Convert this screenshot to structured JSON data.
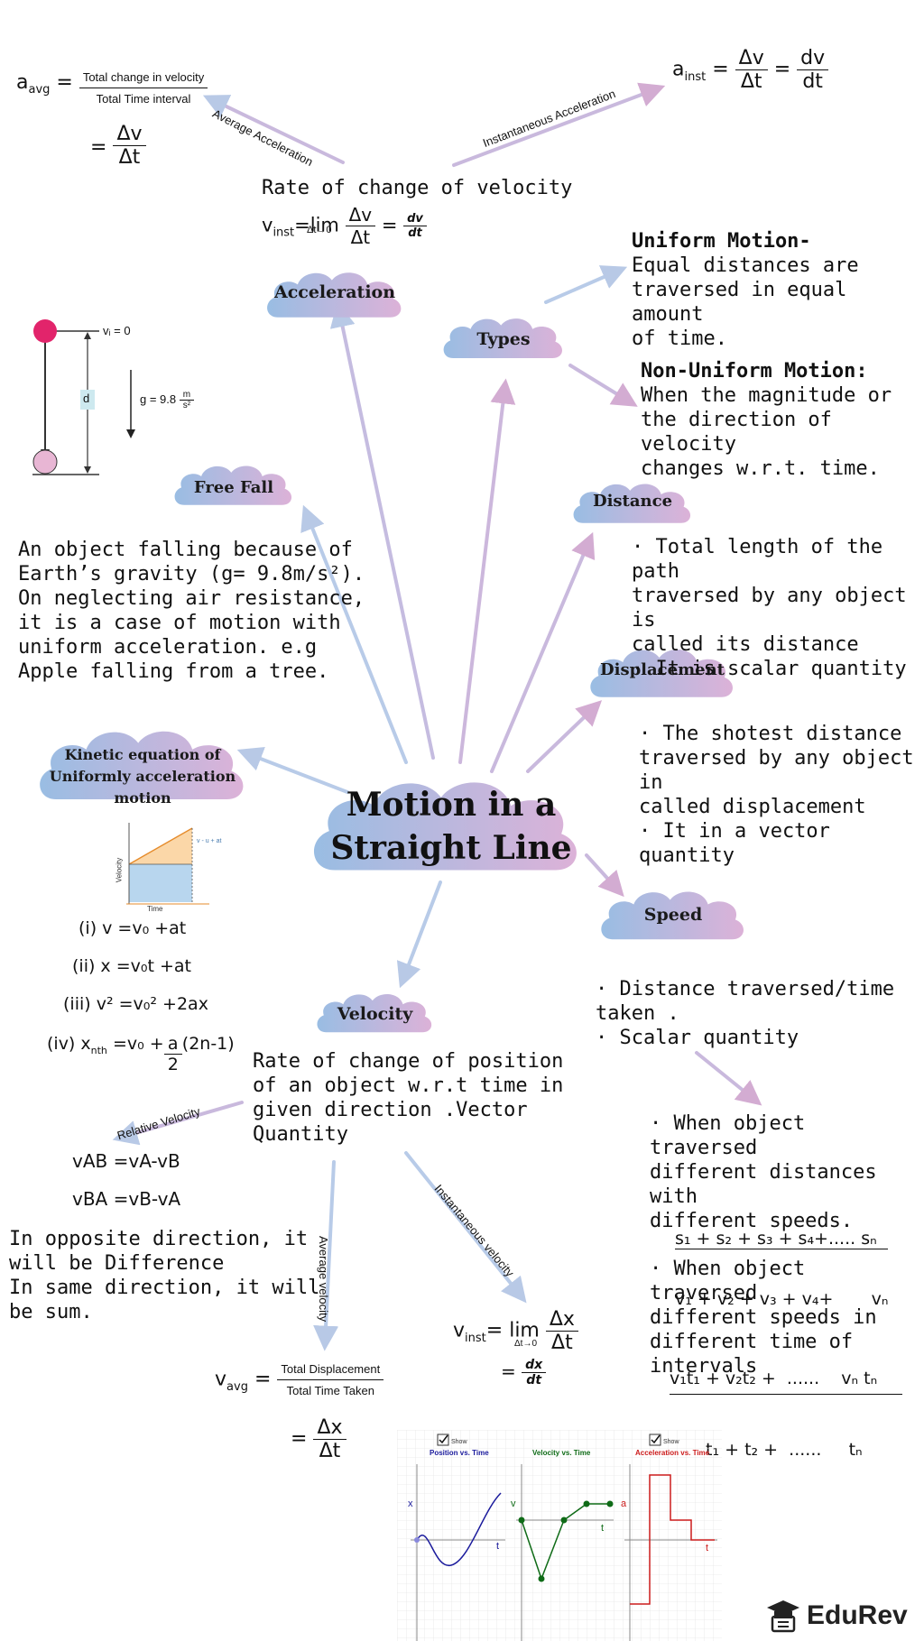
{
  "title": {
    "line1": "Motion in a",
    "line2": "Straight Line"
  },
  "nodes": {
    "acceleration": "Acceleration",
    "types": "Types",
    "free_fall": "Free Fall",
    "distance": "Distance",
    "displacement": "Displacement",
    "kinetic": "Kinetic equation of\nUniformly acceleration\nmotion",
    "speed": "Speed",
    "velocity": "Velocity"
  },
  "acceleration_section": {
    "avg_label": "Average Acceleration",
    "inst_label": "Instantaneous Acceleration",
    "a_avg_sym": "a",
    "a_avg_sub": "avg",
    "avg_num": "Total change in velocity",
    "avg_den": "Total Time interval",
    "avg_eq2_num": "Δv",
    "avg_eq2_den": "Δt",
    "a_inst_sym": "a",
    "a_inst_sub": "inst",
    "inst_num1": "Δv",
    "inst_den1": "Δt",
    "inst_num2": "dv",
    "inst_den2": "dt",
    "rate_text": "Rate of change of velocity",
    "v_inst": "v",
    "v_inst_sub": "inst",
    "lim": "=lim",
    "lim_sub": "Δt→0",
    "lim_num": "Δv",
    "lim_den": "Δt",
    "lim_num2": "dv",
    "lim_den2": "dt"
  },
  "types_section": {
    "uniform_title": "Uniform Motion-",
    "uniform_text": "Equal distances are\ntraversed in equal amount\nof time.",
    "nonuniform_title": "Non-Uniform Motion:",
    "nonuniform_text": "When the magnitude or\nthe direction of velocity\nchanges w.r.t. time."
  },
  "free_fall_section": {
    "vi": "vᵢ = 0",
    "d": "d",
    "g": "g = 9.8",
    "g_unit_n": "m",
    "g_unit_d": "s²",
    "text": "An object falling because of\nEarth’s gravity (g= 9.8m/s²).\nOn neglecting air resistance,\nit is a case of motion with\nuniform acceleration. e.g\nApple falling from a tree."
  },
  "distance_section": {
    "text": "· Total length of the path\ntraversed by any object is\ncalled its distance\n· It is scalar quantity"
  },
  "displacement_section": {
    "text": "· The shotest distance\ntraversed by any object in\ncalled displacement\n· It in a vector quantity"
  },
  "kinetic_section": {
    "graph_eq": "v - u + at",
    "ylabel": "Velocity",
    "xlabel": "Time",
    "eq1": "(i) v =v₀ +at",
    "eq2": "(ii) x =v₀t +at",
    "eq3": "(iii) v² =v₀² +2ax",
    "eq4a": "(iv) x",
    "eq4_sub": "nth",
    "eq4b": " =v₀ +",
    "eq4_num": "a",
    "eq4c": "(2n-1)",
    "eq4_den": "2"
  },
  "speed_section": {
    "text": "· Distance traversed/time\ntaken .\n· Scalar quantity",
    "case1": "· When object traversed\ndifferent distances with\ndifferent speeds.",
    "case1_num": "s₁ + s₂ + s₃ + s₄+..... sₙ",
    "case1_den": "v₁ + v₂ + v₃ + v₄+       vₙ",
    "case2": "· When object traversed\ndifferent speeds in\ndifferent time of intervals",
    "case2_num": "v₁t₁ + v₂t₂ +  ......    vₙ tₙ",
    "case2_den": "t₁ + t₂ +  ......     tₙ"
  },
  "velocity_section": {
    "text": "Rate of change of position\nof an object w.r.t time in\ngiven direction .Vector\nQuantity",
    "relative_label": "Relative Velocity",
    "vab": "vAB =vA-vB",
    "vba": "vBA =vB-vA",
    "rel_text": "In opposite direction, it\nwill be Difference\nIn same direction, it will\nbe sum.",
    "avg_label": "Average velocity",
    "inst_label": "Instantaneous velocity",
    "v_avg_sym": "v",
    "v_avg_sub": "avg",
    "avg_num": "Total Displacement",
    "avg_den": "Total Time Taken",
    "avg_eq2_num": "Δx",
    "avg_eq2_den": "Δt",
    "v_inst_sym": "v",
    "v_inst_sub": "inst",
    "lim": "lim",
    "lim_sub": "Δt→0",
    "lim_num": "Δx",
    "lim_den": "Δt",
    "eq2_num": "dx",
    "eq2_den": "dt"
  },
  "graphs": {
    "show": "Show",
    "pos_title": "Position vs. Time",
    "vel_title": "Velocity vs. Time",
    "acc_title": "Acceleration vs. Time",
    "x": "x",
    "v": "v",
    "a": "a",
    "t": "t"
  },
  "brand": "EduRev",
  "colors": {
    "arrow_blue": "#9ec3e3",
    "arrow_pink": "#d6a9cf",
    "cloud_left": "#9bbbe2",
    "cloud_right": "#d9b0d6",
    "pos": "#1a1a9c",
    "vel": "#0f6b17",
    "acc": "#cc1c1c"
  }
}
